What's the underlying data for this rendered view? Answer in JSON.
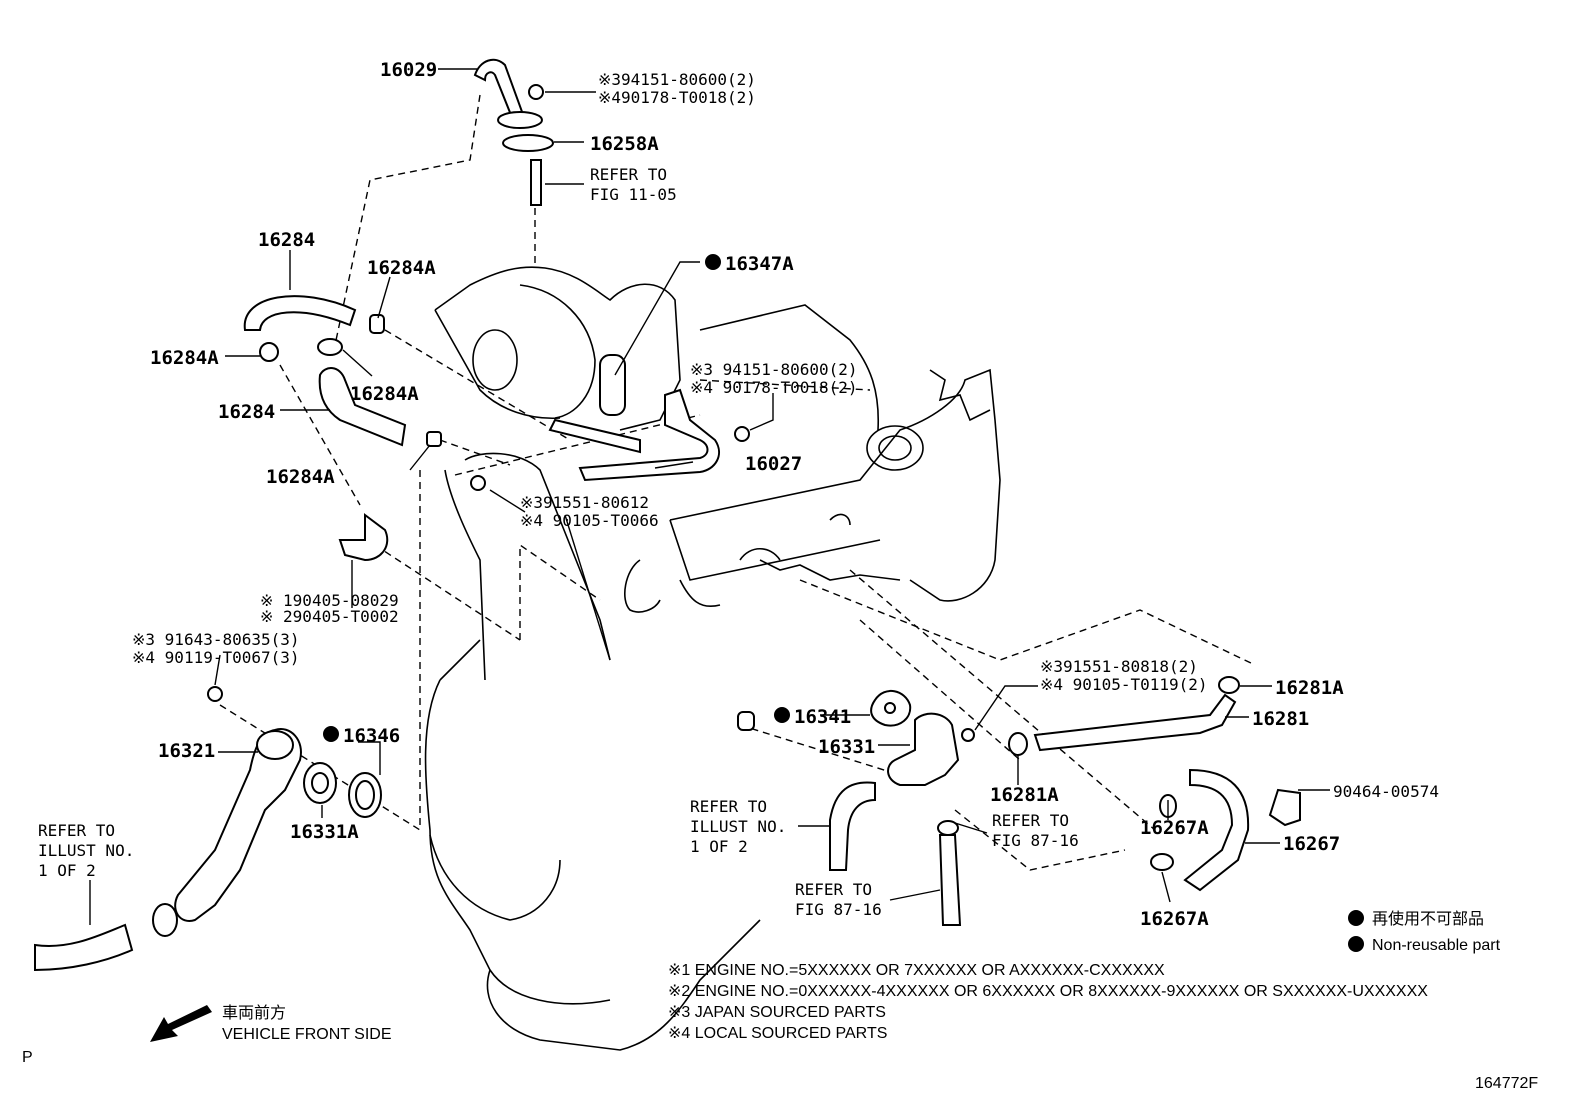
{
  "parts": {
    "p16029": "16029",
    "p16258A": "16258A",
    "p16284_a": "16284",
    "p16284_b": "16284",
    "p16284A_a": "16284A",
    "p16284A_b": "16284A",
    "p16284A_c": "16284A",
    "p16284A_d": "16284A",
    "p16347A": "16347A",
    "p16027": "16027",
    "p16321": "16321",
    "p16346": "16346",
    "p16331A": "16331A",
    "p16341": "16341",
    "p16331": "16331",
    "p16281A_a": "16281A",
    "p16281A_b": "16281A",
    "p16281": "16281",
    "p16267A_a": "16267A",
    "p16267A_b": "16267A",
    "p16267": "16267",
    "p90464": "90464-00574"
  },
  "fasteners": {
    "f1a": "※394151-80600(2)",
    "f1b": "※490178-T0018(2)",
    "f2a": "※3 94151-80600(2)",
    "f2b": "※4 90178-T0018(2)",
    "f3a": "※391551-80612",
    "f3b": "※4 90105-T0066",
    "f4a": "※ 190405-08029",
    "f4b": "※ 290405-T0002",
    "f5a": "※3 91643-80635(3)",
    "f5b": "※4 90119-T0067(3)",
    "f6a": "※391551-80818(2)",
    "f6b": "※4 90105-T0119(2)"
  },
  "refs": {
    "r1a": "REFER TO",
    "r1b": "FIG 11-05",
    "r2a": "REFER TO",
    "r2b": "ILLUST NO.",
    "r2c": "1 OF 2",
    "r3a": "REFER TO",
    "r3b": "ILLUST NO.",
    "r3c": "1 OF 2",
    "r4a": "REFER TO",
    "r4b": "FIG 87-16",
    "r5a": "REFER TO",
    "r5b": "FIG 87-16"
  },
  "legend": {
    "jp": "再使用不可部品",
    "en": "Non-reusable part"
  },
  "notes": [
    "※1 ENGINE NO.=5XXXXXX OR 7XXXXXX OR AXXXXXX-CXXXXXX",
    "※2 ENGINE NO.=0XXXXXX-4XXXXXX OR 6XXXXXX OR 8XXXXXX-9XXXXXX OR SXXXXXX-UXXXXXX",
    "※3 JAPAN SOURCED PARTS",
    "※4 LOCAL SOURCED PARTS"
  ],
  "direction": {
    "jp": "車両前方",
    "en": "VEHICLE FRONT SIDE"
  },
  "corner_left": "P",
  "figure_id": "164772F"
}
